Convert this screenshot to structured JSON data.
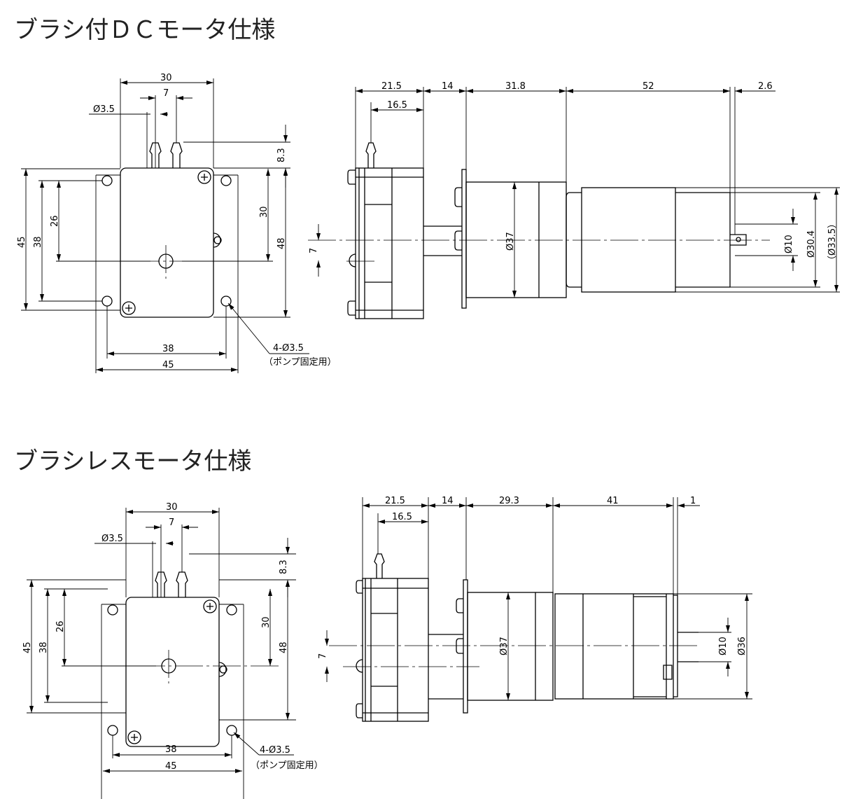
{
  "sections": {
    "brushed": {
      "title": "ブラシ付ＤＣモータ仕様",
      "front": {
        "width": "30",
        "port_pitch": "7",
        "port_dia": "Ø3.5",
        "port_height": "8.3",
        "center_height": "30",
        "body_height": "48",
        "plate_height": "45",
        "hole_pitch_v": "38",
        "center_from_hole": "26",
        "hole_pitch_h": "38",
        "plate_width": "45",
        "hole_note": "4-Ø3.5",
        "hole_note_sub": "（ポンプ固定用）"
      },
      "side": {
        "pump_depth": "21.5",
        "gap": "14",
        "gearbox_len": "31.8",
        "motor_len": "52",
        "terminal_len": "2.6",
        "port_offset": "16.5",
        "gearbox_dia": "Ø37",
        "offset": "7",
        "boss_dia": "Ø10",
        "motor_dia": "Ø30.4",
        "motor_dia_ref": "（Ø33.5）"
      }
    },
    "brushless": {
      "title": "ブラシレスモータ仕様",
      "front": {
        "width": "30",
        "port_pitch": "7",
        "port_dia": "Ø3.5",
        "port_height": "8.3",
        "center_height": "30",
        "body_height": "48",
        "plate_height": "45",
        "hole_pitch_v": "38",
        "center_from_hole": "26",
        "hole_pitch_h": "38",
        "plate_width": "45",
        "hole_note": "4-Ø3.5",
        "hole_note_sub": "（ポンプ固定用）"
      },
      "side": {
        "pump_depth": "21.5",
        "gap": "14",
        "gearbox_len": "29.3",
        "motor_len": "41",
        "end_len": "1",
        "port_offset": "16.5",
        "gearbox_dia": "Ø37",
        "offset": "7",
        "boss_dia": "Ø10",
        "motor_dia": "Ø36"
      }
    }
  }
}
